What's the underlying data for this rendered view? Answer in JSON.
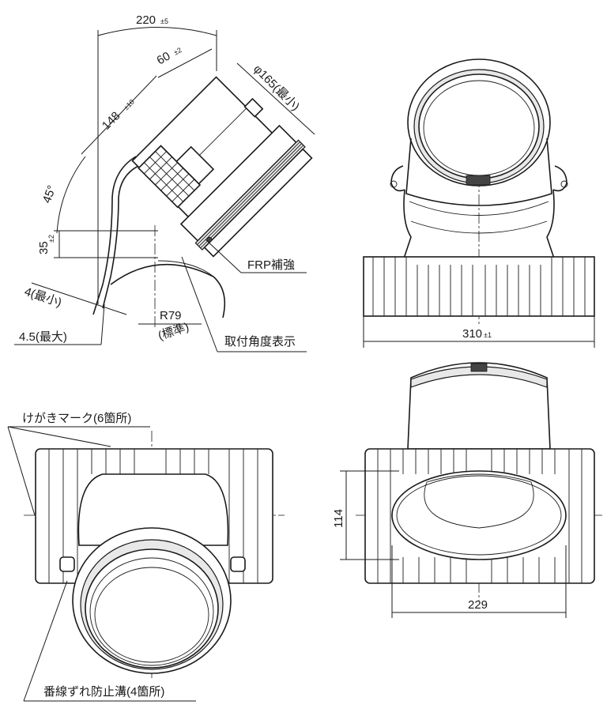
{
  "side_view": {
    "dim_220": "220",
    "dim_220_tol": "±5",
    "dim_60": "60",
    "dim_60_tol": "±2",
    "dim_148": "148",
    "dim_148_tol": "±10",
    "dim_diameter": "φ165(最小)",
    "dim_angle": "45°",
    "dim_35": "35",
    "dim_35_tol": "±2",
    "dim_4": "4(最小)",
    "dim_4_5": "4.5(最大)",
    "dim_r79": "R79",
    "dim_r79_note": "(標準)",
    "label_frp": "FRP補強",
    "label_angle_mark": "取付角度表示"
  },
  "front_view": {
    "dim_310": "310",
    "dim_310_tol": "±1"
  },
  "bottom_view": {
    "dim_114": "114",
    "dim_229": "229"
  },
  "top_view": {
    "label_marks": "けがきマーク(6箇所)",
    "label_grooves": "番線ずれ防止溝(4箇所)"
  }
}
